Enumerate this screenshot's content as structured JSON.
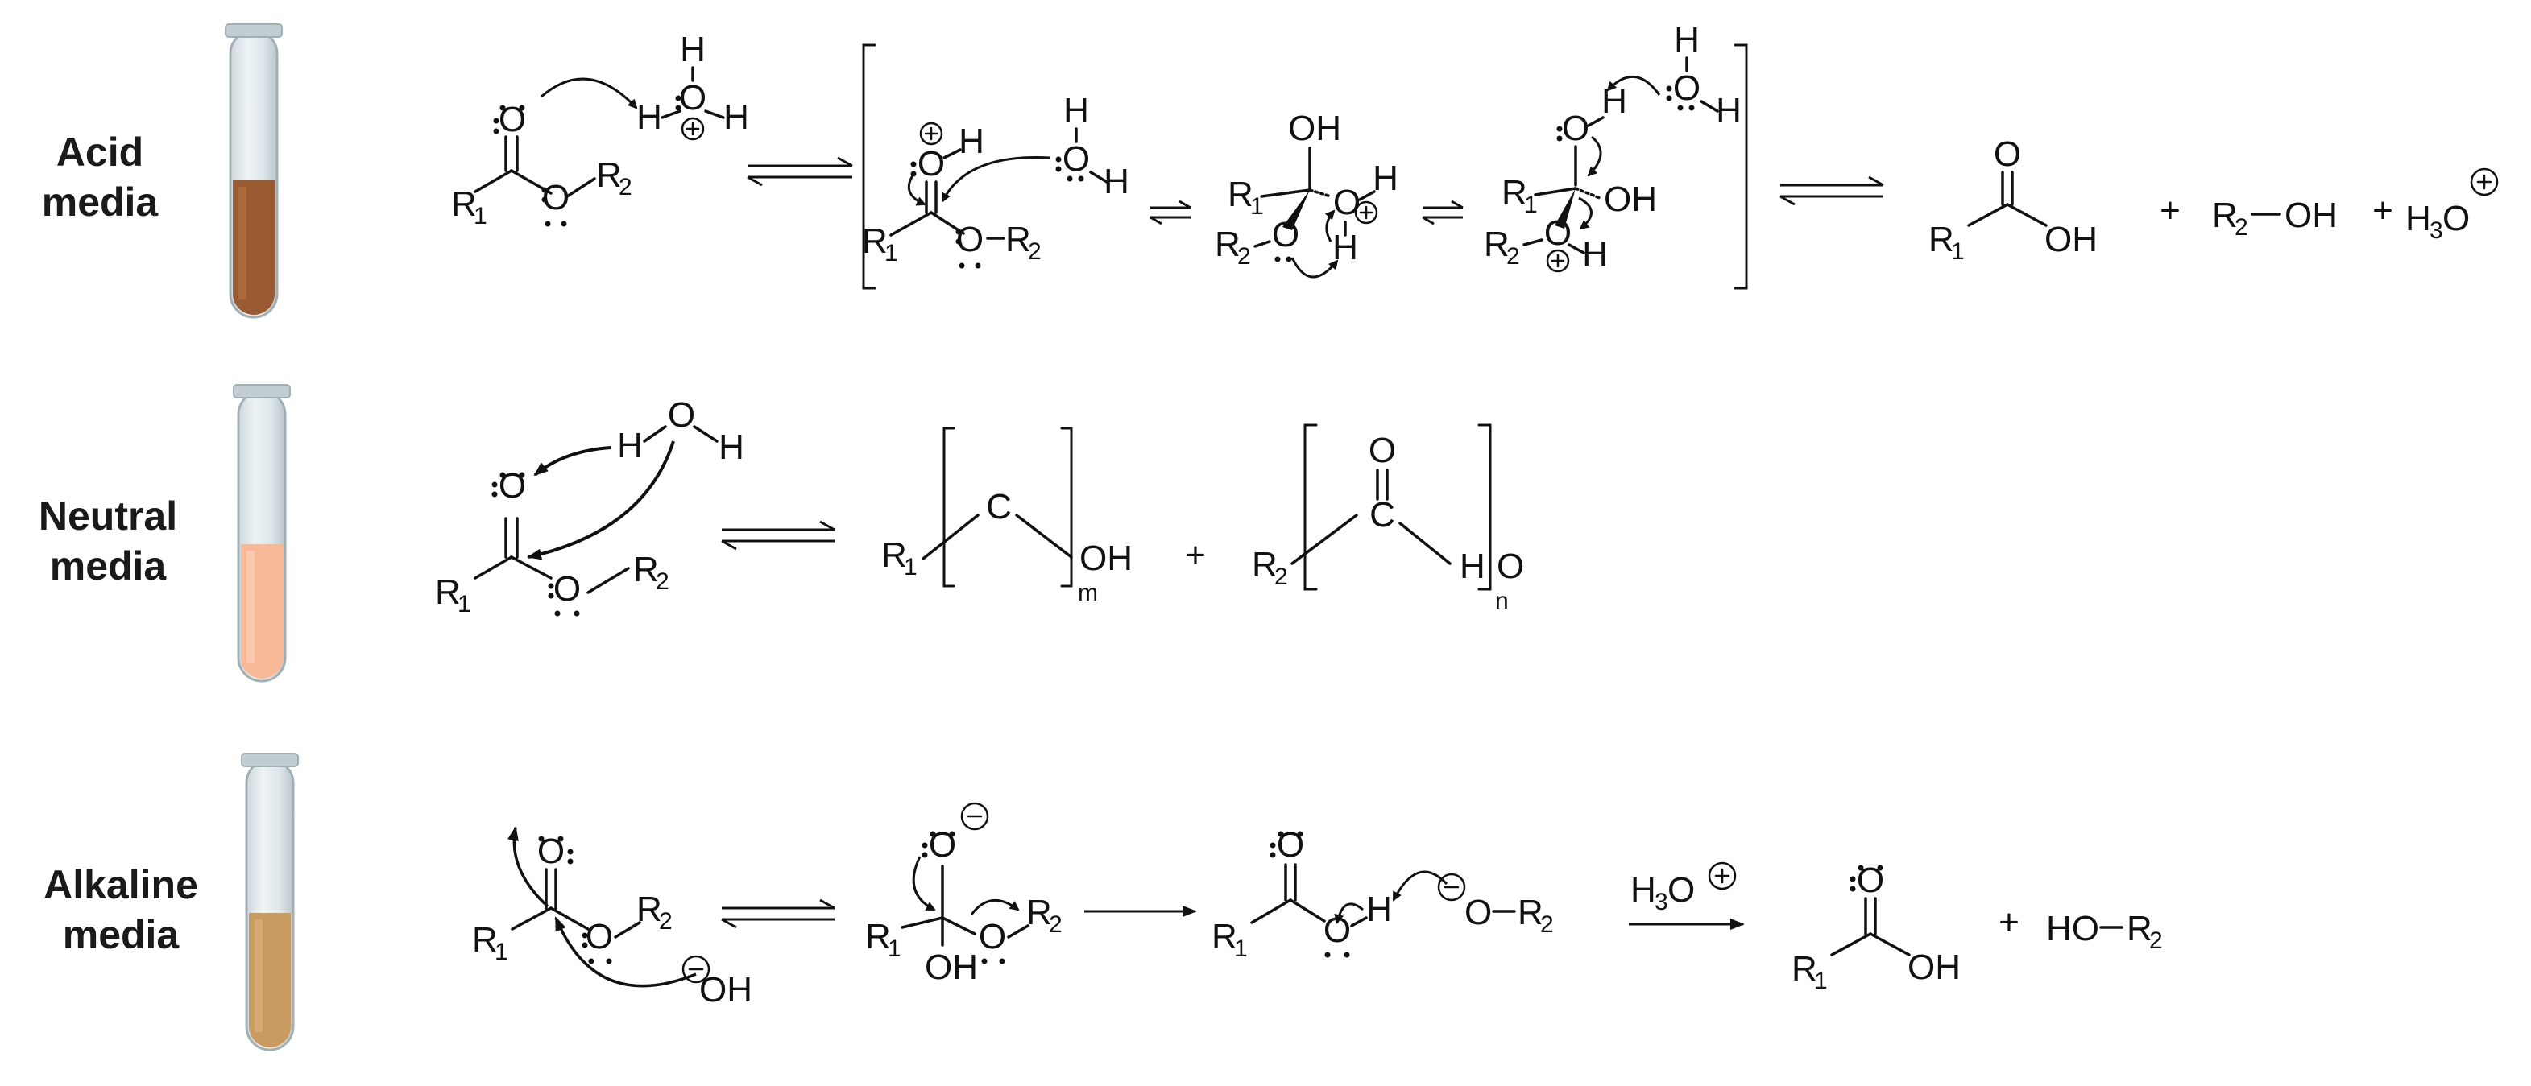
{
  "rows": [
    {
      "label_line1": "Acid",
      "label_line2": "media",
      "liquid_color": "#9a5a32",
      "liquid_highlight": "#b8743f"
    },
    {
      "label_line1": "Neutral",
      "label_line2": "media",
      "liquid_color": "#f7b996",
      "liquid_highlight": "#fcd2b8"
    },
    {
      "label_line1": "Alkaline",
      "label_line2": "media",
      "liquid_color": "#c99b60",
      "liquid_highlight": "#dcb27a"
    }
  ],
  "atoms": {
    "O": "O",
    "H": "H",
    "R": "R",
    "OH": "OH",
    "HO": "HO",
    "C": "C",
    "sub1": "1",
    "sub2": "2",
    "subm": "m",
    "subn": "n",
    "plus": "+",
    "minus": "−",
    "dash": "−",
    "h3o": "H",
    "sub3": "3"
  }
}
